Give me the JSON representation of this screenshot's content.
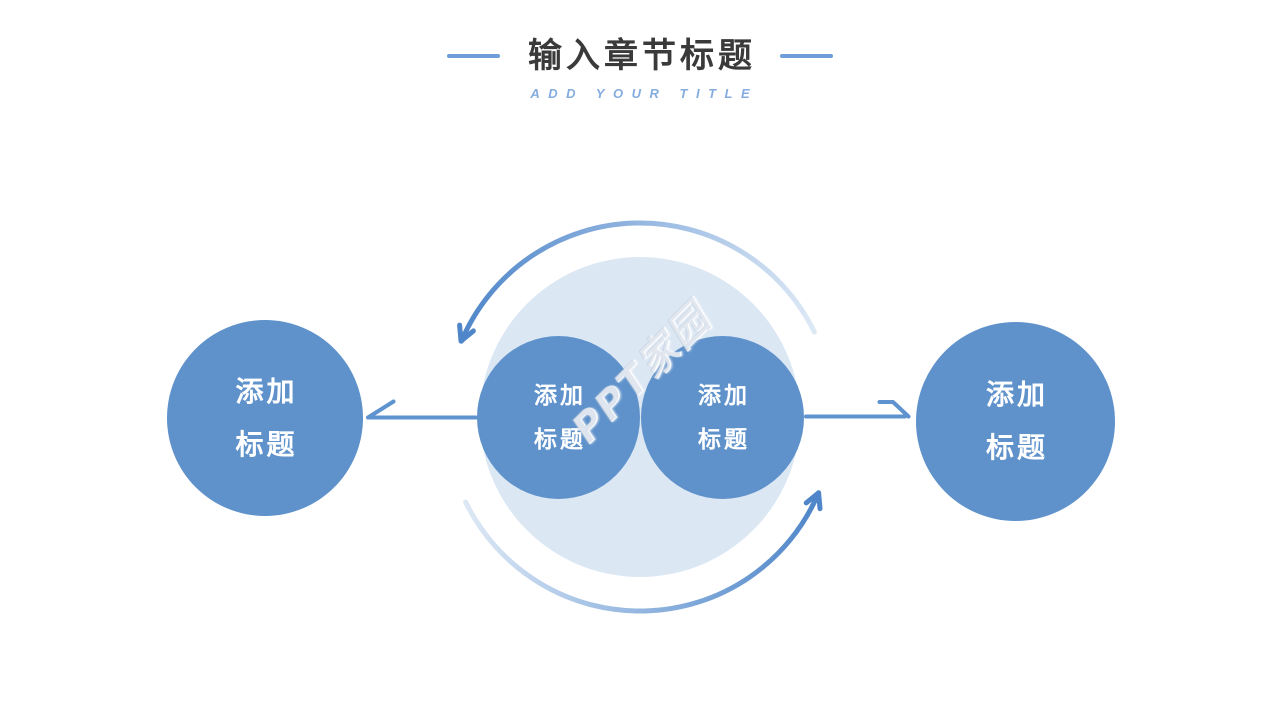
{
  "header": {
    "title": "输入章节标题",
    "subtitle": "ADD YOUR TITLE"
  },
  "diagram": {
    "watermark": "PPT家园",
    "nodes": [
      {
        "id": "outer-left",
        "line1": "添加",
        "line2": "标题"
      },
      {
        "id": "center-left",
        "line1": "添加",
        "line2": "标题"
      },
      {
        "id": "center-right",
        "line1": "添加",
        "line2": "标题"
      },
      {
        "id": "outer-right",
        "line1": "添加",
        "line2": "标题"
      }
    ],
    "arrows": {
      "cycle_direction": "counterclockwise",
      "left_arrow": "points-left",
      "right_arrow": "points-right"
    }
  },
  "colors": {
    "node_blue": "#5f92cb",
    "inner_circle_light_blue": "#dce7f4",
    "arc_blue": "#4f86c9",
    "arc_fade": "#dde8f5",
    "straight_arrow_blue": "#5e93cf",
    "title_text": "#3a3a3a",
    "title_dash_blue": "#6d9ed8",
    "subtitle_blue": "#85acdf",
    "node_text": "#ffffff",
    "background": "#ffffff"
  }
}
